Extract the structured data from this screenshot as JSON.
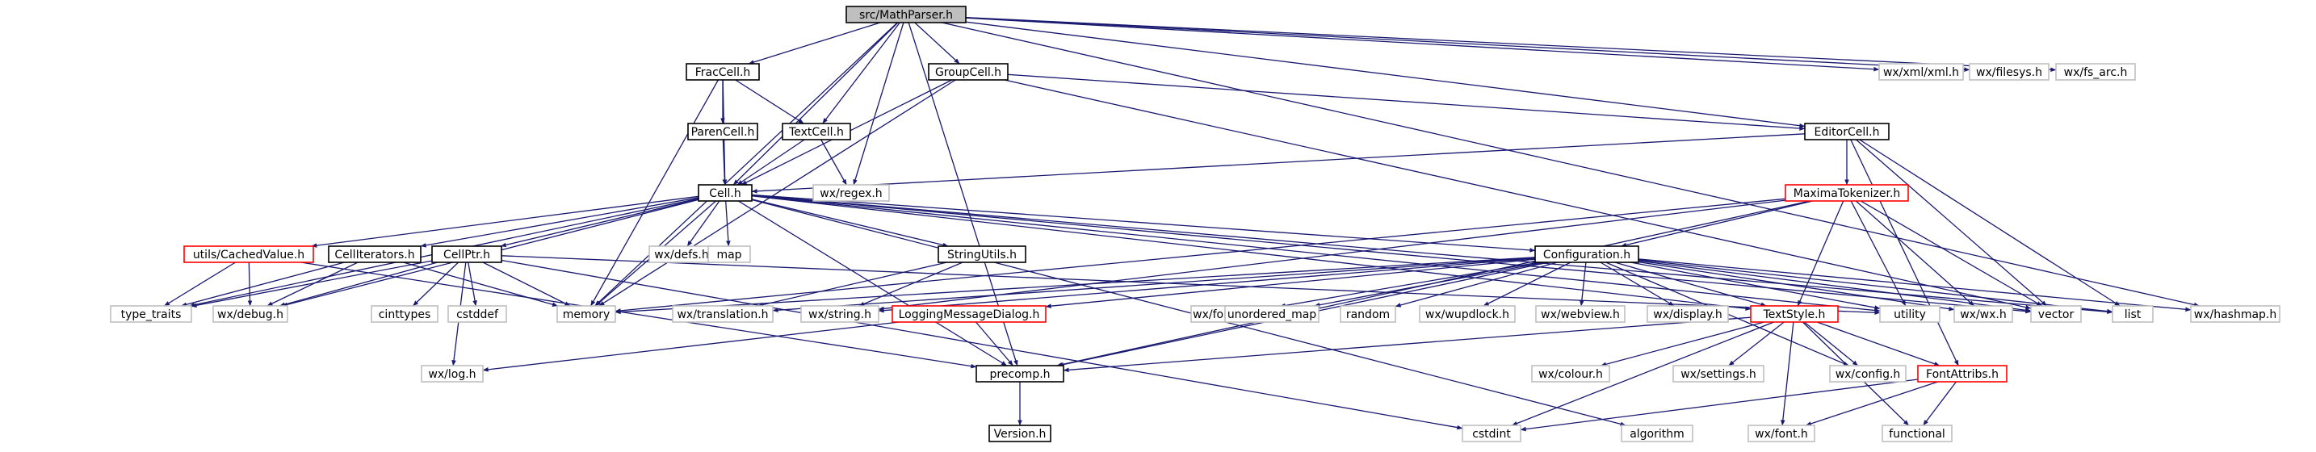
{
  "diagram": {
    "colors": {
      "edge": "#191970",
      "root_fill": "#bfbfbf",
      "header_border": "#000000",
      "truncated_border": "#ff0000",
      "external_border": "#bfbfbf",
      "node_fill": "#ffffff"
    },
    "nodes": {
      "mathparser": {
        "label": "src/MathParser.h",
        "kind": "root"
      },
      "fraccell": {
        "label": "FracCell.h",
        "kind": "header"
      },
      "groupcell": {
        "label": "GroupCell.h",
        "kind": "header"
      },
      "parencell": {
        "label": "ParenCell.h",
        "kind": "header"
      },
      "textcell": {
        "label": "TextCell.h",
        "kind": "header"
      },
      "editorcell": {
        "label": "EditorCell.h",
        "kind": "header"
      },
      "cell": {
        "label": "Cell.h",
        "kind": "header"
      },
      "maximatokenizer": {
        "label": "MaximaTokenizer.h",
        "kind": "truncated"
      },
      "cachedvalue": {
        "label": "utils/CachedValue.h",
        "kind": "truncated"
      },
      "celliterators": {
        "label": "CellIterators.h",
        "kind": "header"
      },
      "cellptr": {
        "label": "CellPtr.h",
        "kind": "header"
      },
      "stringutils": {
        "label": "StringUtils.h",
        "kind": "header"
      },
      "configuration": {
        "label": "Configuration.h",
        "kind": "header"
      },
      "loggingdialog": {
        "label": "LoggingMessageDialog.h",
        "kind": "truncated"
      },
      "textstyle": {
        "label": "TextStyle.h",
        "kind": "truncated"
      },
      "fontattribs": {
        "label": "FontAttribs.h",
        "kind": "truncated"
      },
      "precomp": {
        "label": "precomp.h",
        "kind": "header"
      },
      "version": {
        "label": "Version.h",
        "kind": "header"
      },
      "wx_xml": {
        "label": "wx/xml/xml.h",
        "kind": "external"
      },
      "wx_filesys": {
        "label": "wx/filesys.h",
        "kind": "external"
      },
      "wx_fs_arc": {
        "label": "wx/fs_arc.h",
        "kind": "external"
      },
      "wx_regex": {
        "label": "wx/regex.h",
        "kind": "external"
      },
      "wx_defs": {
        "label": "wx/defs.h",
        "kind": "external"
      },
      "map": {
        "label": "map",
        "kind": "external"
      },
      "type_traits": {
        "label": "type_traits",
        "kind": "external"
      },
      "wx_debug": {
        "label": "wx/debug.h",
        "kind": "external"
      },
      "cinttypes": {
        "label": "cinttypes",
        "kind": "external"
      },
      "cstddef": {
        "label": "cstddef",
        "kind": "external"
      },
      "memory": {
        "label": "memory",
        "kind": "external"
      },
      "wx_translation": {
        "label": "wx/translation.h",
        "kind": "external"
      },
      "wx_string": {
        "label": "wx/string.h",
        "kind": "external"
      },
      "wx_fontenum": {
        "label": "wx/fontenum.h",
        "kind": "external"
      },
      "unordered_map": {
        "label": "unordered_map",
        "kind": "external"
      },
      "random": {
        "label": "random",
        "kind": "external"
      },
      "wx_wupdlock": {
        "label": "wx/wupdlock.h",
        "kind": "external"
      },
      "wx_webview": {
        "label": "wx/webview.h",
        "kind": "external"
      },
      "wx_display": {
        "label": "wx/display.h",
        "kind": "external"
      },
      "utility": {
        "label": "utility",
        "kind": "external"
      },
      "wx_wx": {
        "label": "wx/wx.h",
        "kind": "external"
      },
      "vector": {
        "label": "vector",
        "kind": "external"
      },
      "list": {
        "label": "list",
        "kind": "external"
      },
      "wx_hashmap": {
        "label": "wx/hashmap.h",
        "kind": "external"
      },
      "wx_log": {
        "label": "wx/log.h",
        "kind": "external"
      },
      "wx_colour": {
        "label": "wx/colour.h",
        "kind": "external"
      },
      "wx_settings": {
        "label": "wx/settings.h",
        "kind": "external"
      },
      "wx_config": {
        "label": "wx/config.h",
        "kind": "external"
      },
      "cstdint": {
        "label": "cstdint",
        "kind": "external"
      },
      "algorithm": {
        "label": "algorithm",
        "kind": "external"
      },
      "wx_font": {
        "label": "wx/font.h",
        "kind": "external"
      },
      "functional": {
        "label": "functional",
        "kind": "external"
      }
    },
    "edges": [
      [
        "mathparser",
        "fraccell"
      ],
      [
        "mathparser",
        "groupcell"
      ],
      [
        "mathparser",
        "textcell"
      ],
      [
        "mathparser",
        "editorcell"
      ],
      [
        "mathparser",
        "cell"
      ],
      [
        "mathparser",
        "wx_regex"
      ],
      [
        "mathparser",
        "memory"
      ],
      [
        "mathparser",
        "precomp"
      ],
      [
        "mathparser",
        "wx_xml"
      ],
      [
        "mathparser",
        "wx_filesys"
      ],
      [
        "mathparser",
        "wx_fs_arc"
      ],
      [
        "mathparser",
        "wx_hashmap"
      ],
      [
        "fraccell",
        "parencell"
      ],
      [
        "fraccell",
        "textcell"
      ],
      [
        "fraccell",
        "cell"
      ],
      [
        "fraccell",
        "memory"
      ],
      [
        "groupcell",
        "cell"
      ],
      [
        "groupcell",
        "editorcell"
      ],
      [
        "groupcell",
        "memory"
      ],
      [
        "groupcell",
        "vector"
      ],
      [
        "parencell",
        "cell"
      ],
      [
        "textcell",
        "cell"
      ],
      [
        "textcell",
        "wx_regex"
      ],
      [
        "editorcell",
        "cell"
      ],
      [
        "editorcell",
        "maximatokenizer"
      ],
      [
        "editorcell",
        "list"
      ],
      [
        "editorcell",
        "vector"
      ],
      [
        "editorcell",
        "fontattribs"
      ],
      [
        "maximatokenizer",
        "configuration"
      ],
      [
        "maximatokenizer",
        "textstyle"
      ],
      [
        "maximatokenizer",
        "utility"
      ],
      [
        "maximatokenizer",
        "wx_wx"
      ],
      [
        "maximatokenizer",
        "vector"
      ],
      [
        "maximatokenizer",
        "memory"
      ],
      [
        "maximatokenizer",
        "precomp"
      ],
      [
        "maximatokenizer",
        "wx_string"
      ],
      [
        "cell",
        "cachedvalue"
      ],
      [
        "cell",
        "celliterators"
      ],
      [
        "cell",
        "cellptr"
      ],
      [
        "cell",
        "stringutils"
      ],
      [
        "cell",
        "configuration"
      ],
      [
        "cell",
        "textstyle"
      ],
      [
        "cell",
        "wx_defs"
      ],
      [
        "cell",
        "map"
      ],
      [
        "cell",
        "memory"
      ],
      [
        "cell",
        "type_traits"
      ],
      [
        "cell",
        "wx_debug"
      ],
      [
        "cell",
        "precomp"
      ],
      [
        "cell",
        "algorithm"
      ],
      [
        "cell",
        "list"
      ],
      [
        "cell",
        "utility"
      ],
      [
        "cell",
        "vector"
      ],
      [
        "cachedvalue",
        "type_traits"
      ],
      [
        "cachedvalue",
        "wx_debug"
      ],
      [
        "cachedvalue",
        "precomp"
      ],
      [
        "celliterators",
        "type_traits"
      ],
      [
        "celliterators",
        "wx_debug"
      ],
      [
        "celliterators",
        "memory"
      ],
      [
        "cellptr",
        "type_traits"
      ],
      [
        "cellptr",
        "wx_debug"
      ],
      [
        "cellptr",
        "cinttypes"
      ],
      [
        "cellptr",
        "cstddef"
      ],
      [
        "cellptr",
        "memory"
      ],
      [
        "cellptr",
        "wx_log"
      ],
      [
        "cellptr",
        "cstdint"
      ],
      [
        "cellptr",
        "utility"
      ],
      [
        "stringutils",
        "wx_translation"
      ],
      [
        "stringutils",
        "wx_string"
      ],
      [
        "configuration",
        "loggingdialog"
      ],
      [
        "configuration",
        "textstyle"
      ],
      [
        "configuration",
        "memory"
      ],
      [
        "configuration",
        "wx_fontenum"
      ],
      [
        "configuration",
        "unordered_map"
      ],
      [
        "configuration",
        "random"
      ],
      [
        "configuration",
        "wx_wupdlock"
      ],
      [
        "configuration",
        "wx_webview"
      ],
      [
        "configuration",
        "wx_display"
      ],
      [
        "configuration",
        "utility"
      ],
      [
        "configuration",
        "wx_wx"
      ],
      [
        "configuration",
        "vector"
      ],
      [
        "configuration",
        "list"
      ],
      [
        "configuration",
        "wx_hashmap"
      ],
      [
        "configuration",
        "precomp"
      ],
      [
        "configuration",
        "wx_translation"
      ],
      [
        "configuration",
        "wx_string"
      ],
      [
        "configuration",
        "wx_config"
      ],
      [
        "loggingdialog",
        "precomp"
      ],
      [
        "loggingdialog",
        "wx_log"
      ],
      [
        "textstyle",
        "precomp"
      ],
      [
        "textstyle",
        "wx_colour"
      ],
      [
        "textstyle",
        "wx_settings"
      ],
      [
        "textstyle",
        "wx_config"
      ],
      [
        "textstyle",
        "fontattribs"
      ],
      [
        "textstyle",
        "cstdint"
      ],
      [
        "textstyle",
        "wx_font"
      ],
      [
        "textstyle",
        "functional"
      ],
      [
        "fontattribs",
        "cstdint"
      ],
      [
        "fontattribs",
        "wx_font"
      ],
      [
        "fontattribs",
        "functional"
      ],
      [
        "precomp",
        "version"
      ]
    ]
  }
}
